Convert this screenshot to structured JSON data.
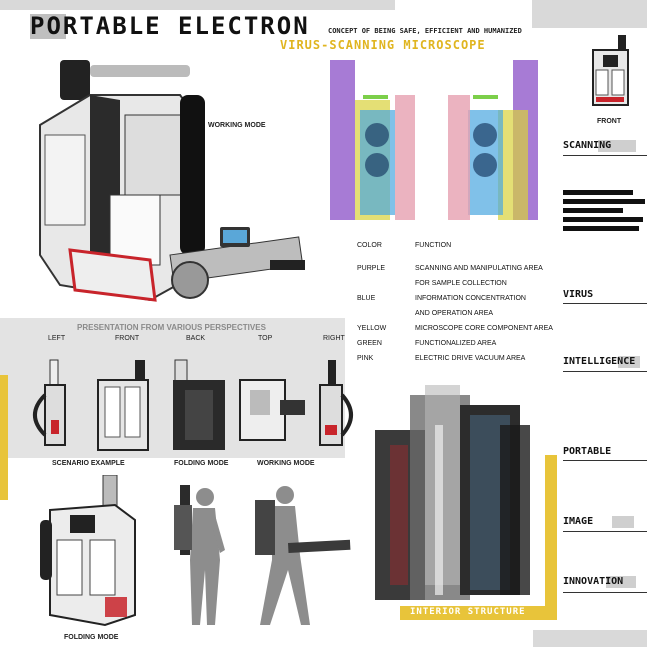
{
  "header": {
    "title": "PORTABLE ELECTRON",
    "concept": "CONCEPT OF BEING SAFE, EFFICIENT AND HUMANIZED",
    "subtitle": "VIRUS-SCANNING MICROSCOPE"
  },
  "labels": {
    "working_mode": "WORKING MODE",
    "front": "FRONT",
    "presentation": "PRESENTATION FROM VARIOUS PERSPECTIVES",
    "scenario_example": "SCENARIO EXAMPLE",
    "folding_mode": "FOLDING MODE",
    "working_mode_2": "WORKING MODE",
    "folding_mode_2": "FOLDING MODE",
    "interior_structure": "INTERIOR STRUCTURE"
  },
  "perspectives": [
    "LEFT",
    "FRONT",
    "BACK",
    "TOP",
    "RIGHT"
  ],
  "legend": {
    "header": [
      "COLOR",
      "FUNCTION"
    ],
    "rows": [
      {
        "color": "PURPLE",
        "function": "SCANNING AND MANIPULATING AREA"
      },
      {
        "color": "",
        "function": "FOR SAMPLE COLLECTION"
      },
      {
        "color": "BLUE",
        "function": "INFORMATION CONCENTRATION"
      },
      {
        "color": "",
        "function": "AND OPERATION AREA"
      },
      {
        "color": "YELLOW",
        "function": "MICROSCOPE CORE COMPONENT AREA"
      },
      {
        "color": "GREEN",
        "function": "FUNCTIONALIZED AREA"
      },
      {
        "color": "PINK",
        "function": "ELECTRIC DRIVE VACUUM AREA"
      }
    ]
  },
  "keywords": [
    "SCANNING",
    "VIRUS",
    "INTELLIGENCE",
    "PORTABLE",
    "IMAGE",
    "INNOVATION"
  ],
  "colors": {
    "accent_yellow": "#e8c43a",
    "panel_grey": "#d9d9d9",
    "purple": "#8a4fc7",
    "blue": "#4aa6e0",
    "yellow": "#d8d23a",
    "green": "#7ccf4a",
    "pink": "#e6a0b0",
    "red": "#c8242b"
  }
}
